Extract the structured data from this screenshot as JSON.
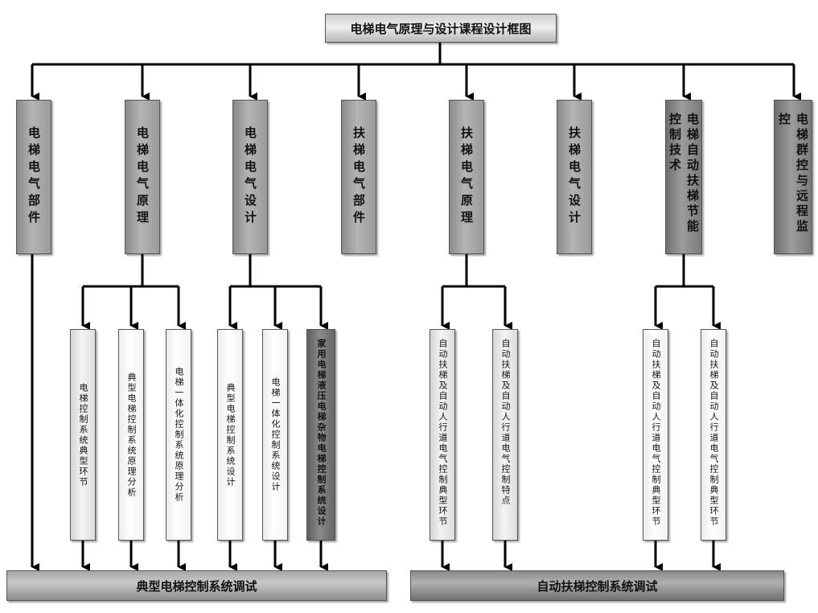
{
  "title": "电梯电气原理与设计课程设计框图",
  "level1": [
    "电梯电气部件",
    "电梯电气原理",
    "电梯电气设计",
    "扶梯电气部件",
    "扶梯电气原理",
    "扶梯电气设计",
    "电梯自动扶梯节能控制技术",
    "电梯群控与远程监控"
  ],
  "level2": [
    "电梯控制系统典型环节",
    "典型电梯控制系统原理分析",
    "电梯一体化控制系统原理分析",
    "典型电梯控制系统设计",
    "电梯一体化控制系统设计",
    "家用电梯液压电梯杂物电梯控制系统设计",
    "自动扶梯及自动人行道电气控制典型环节",
    "自动扶梯及自动人行道电气控制特点",
    "自动扶梯及自动人行道电气控制典型环节",
    "自动扶梯及自动人行道电气控制典型环节"
  ],
  "bottom": [
    "典型电梯控制系统调试",
    "自动扶梯控制系统调试"
  ]
}
